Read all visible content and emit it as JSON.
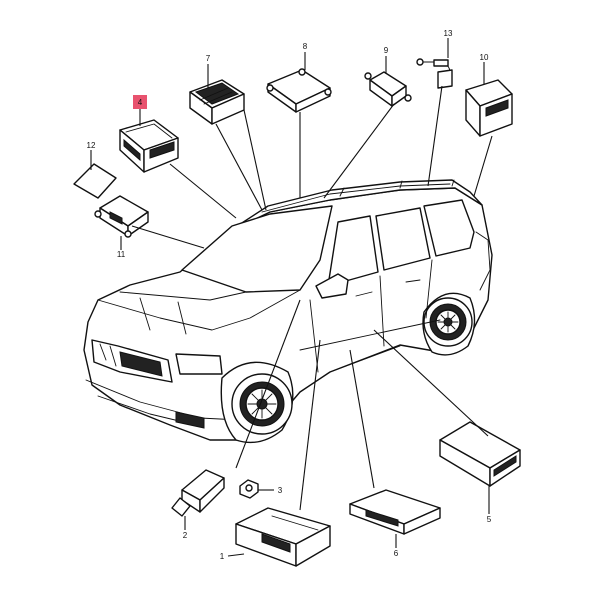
{
  "diagram": {
    "highlight_color": "#e8526e",
    "ink_color": "#111111",
    "background": "#ffffff",
    "callouts": [
      {
        "id": "c1",
        "label": "1",
        "component": "module-icon"
      },
      {
        "id": "c2",
        "label": "2",
        "component": "sensor-icon"
      },
      {
        "id": "c3",
        "label": "3",
        "component": "nut-icon"
      },
      {
        "id": "c4",
        "label": "4",
        "component": "module-icon",
        "highlighted": true
      },
      {
        "id": "c5",
        "label": "5",
        "component": "module-icon"
      },
      {
        "id": "c6",
        "label": "6",
        "component": "module-icon"
      },
      {
        "id": "c7",
        "label": "7",
        "component": "module-icon"
      },
      {
        "id": "c8",
        "label": "8",
        "component": "module-icon"
      },
      {
        "id": "c9",
        "label": "9",
        "component": "sensor-icon"
      },
      {
        "id": "c10",
        "label": "10",
        "component": "module-icon"
      },
      {
        "id": "c11",
        "label": "11",
        "component": "module-icon"
      },
      {
        "id": "c12",
        "label": "12",
        "component": "plate-icon"
      },
      {
        "id": "c13",
        "label": "13",
        "component": "connector-icon"
      }
    ]
  }
}
